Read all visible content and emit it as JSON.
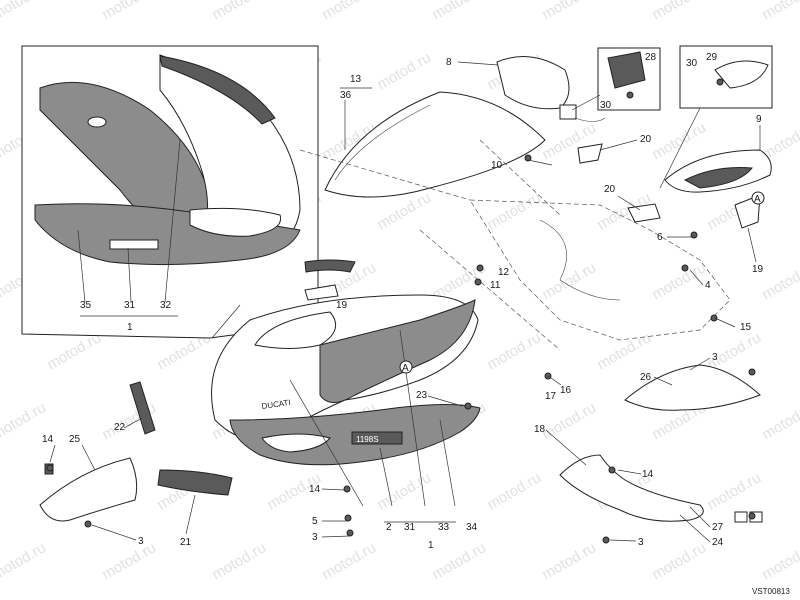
{
  "watermark": "motod.ru",
  "drawing_code": "VST00813",
  "decals": {
    "brand": "DUCATI",
    "model": "1198S"
  },
  "inset": {
    "assembly_number": "1",
    "callouts": [
      "35",
      "31",
      "32"
    ]
  },
  "main_assembly": {
    "assembly_number": "1",
    "callouts": [
      "2",
      "31",
      "33",
      "34"
    ]
  },
  "callouts": {
    "c13": "13",
    "c36": "36",
    "c8": "8",
    "c28": "28",
    "c30a": "30",
    "c29": "29",
    "c30b": "30",
    "c9": "9",
    "c20a": "20",
    "c10": "10",
    "c20b": "20",
    "c6": "6",
    "cA1": "A",
    "c19a": "19",
    "c12": "12",
    "c11": "11",
    "c4": "4",
    "c19b": "19",
    "c15": "15",
    "cA2": "A",
    "c16": "16",
    "c17": "17",
    "c3a": "3",
    "c26": "26",
    "c23": "23",
    "c22": "22",
    "c18": "18",
    "c14a": "14",
    "c25": "25",
    "c14b": "14",
    "c14c": "14",
    "c5": "5",
    "c3b": "3",
    "c21": "21",
    "c3c": "3",
    "c3d": "3",
    "c27": "27",
    "c24": "24"
  }
}
